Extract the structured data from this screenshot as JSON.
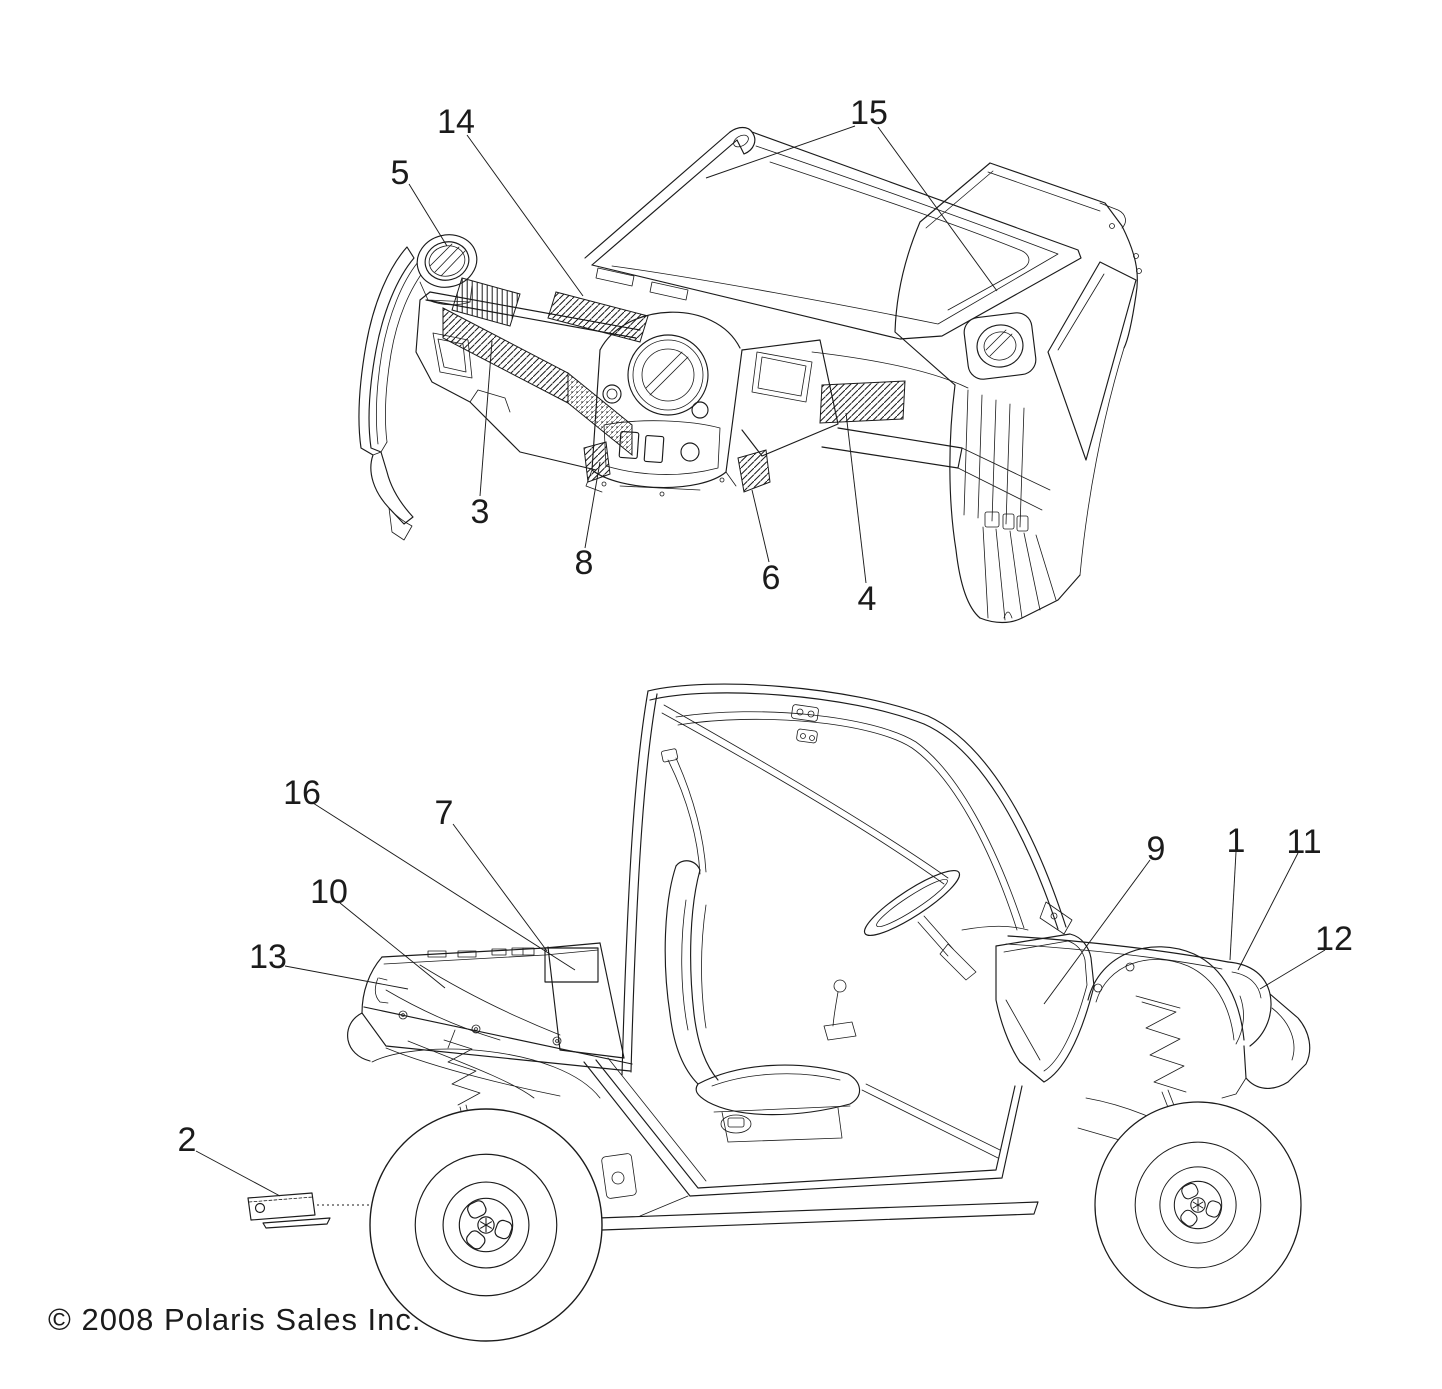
{
  "callouts": {
    "n1": "1",
    "n2": "2",
    "n3": "3",
    "n4": "4",
    "n5": "5",
    "n6": "6",
    "n7": "7",
    "n8": "8",
    "n9": "9",
    "n10": "10",
    "n11": "11",
    "n12": "12",
    "n13": "13",
    "n14": "14",
    "n15": "15",
    "n16": "16"
  },
  "footer": {
    "copyright": "© 2008 Polaris Sales Inc."
  },
  "colors": {
    "line": "#1b1b1b",
    "background": "#ffffff"
  }
}
